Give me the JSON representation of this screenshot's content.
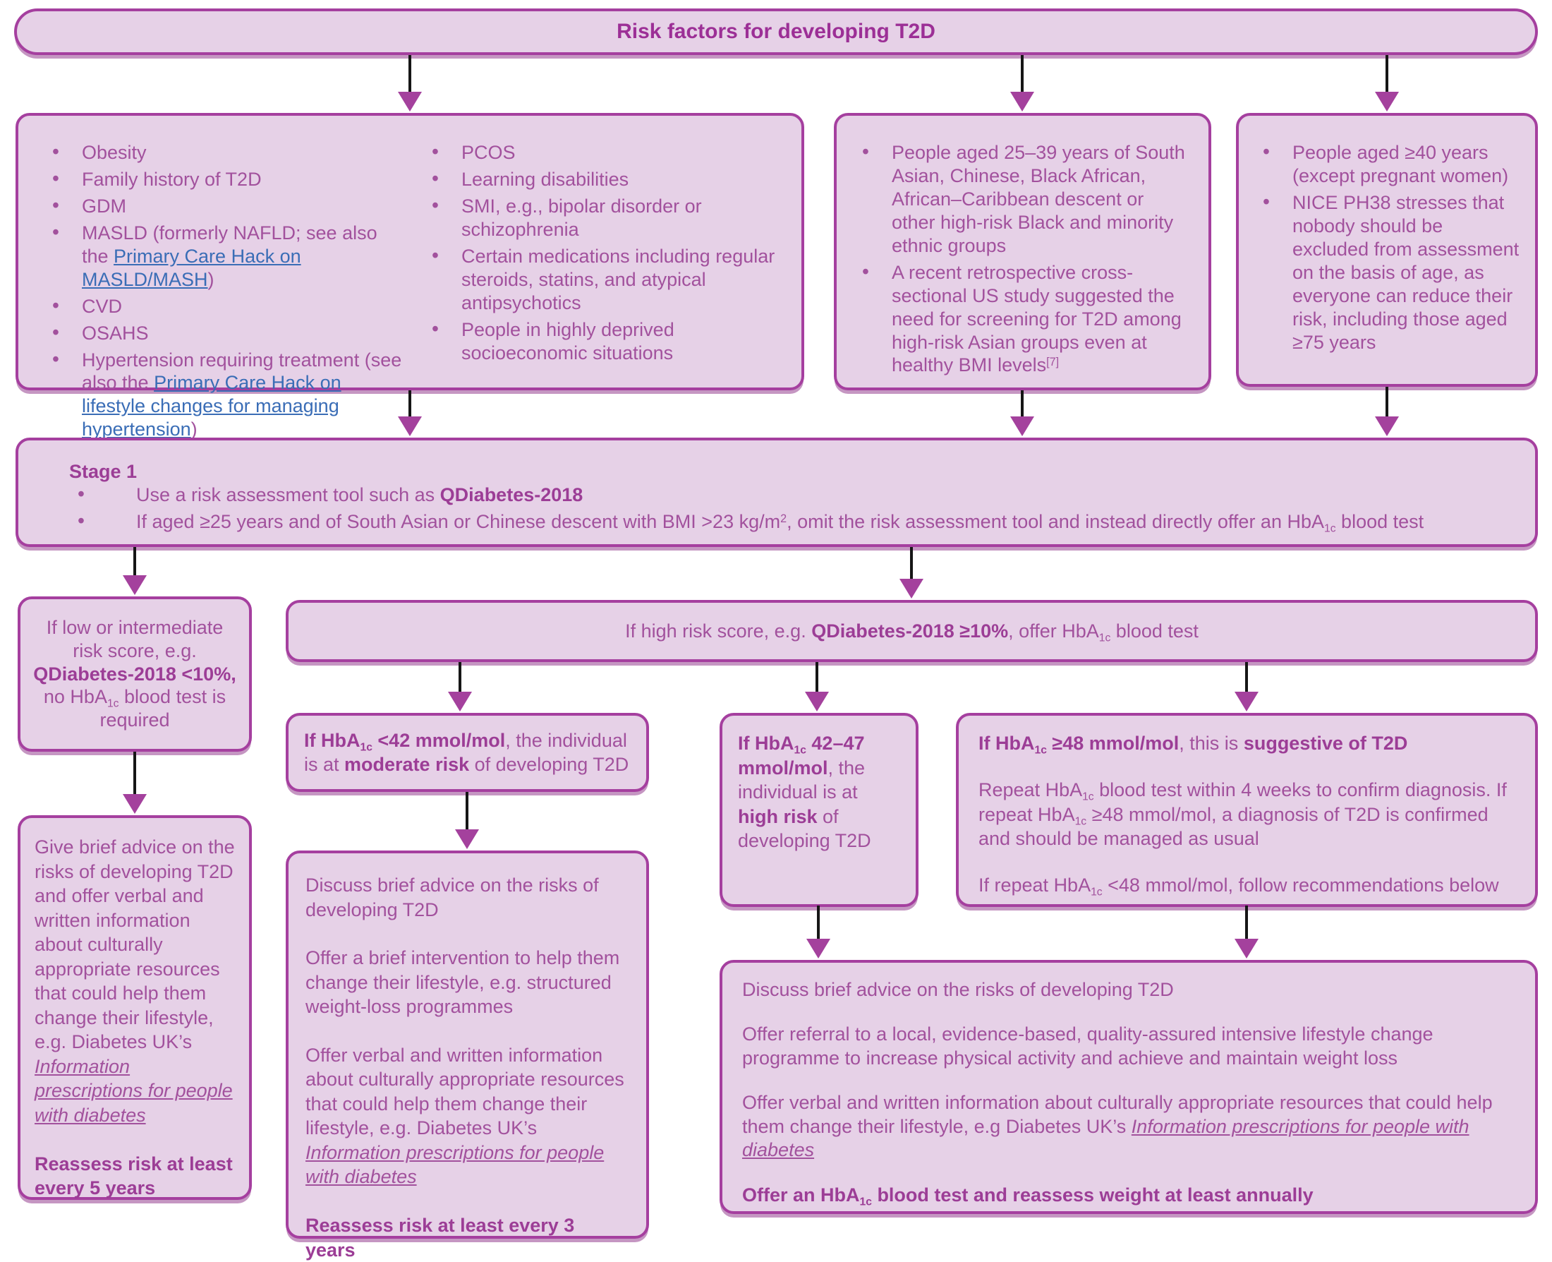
{
  "title": "Risk factors for developing T2D",
  "colors": {
    "box_fill": "#e6d1e7",
    "box_border": "#a53f9f",
    "body_text": "#a2519d",
    "bold_text": "#9c3d96",
    "link_blue": "#3a6db6",
    "arrow_line": "#161616",
    "arrow_head": "#a4419d"
  },
  "risk_factors": {
    "col1": [
      [
        "Obesity"
      ],
      [
        "Family history of T2D"
      ],
      [
        "GDM"
      ],
      [
        "MASLD (formerly NAFLD; see also the ",
        {
          "t": "Primary Care Hack on MASLD/MASH",
          "u": true,
          "link": "blue"
        },
        ")"
      ],
      [
        "CVD"
      ],
      [
        "OSAHS"
      ],
      [
        "Hypertension requiring treatment (see also the ",
        {
          "t": "Primary Care Hack on lifestyle changes for managing hypertension",
          "u": true,
          "link": "blue"
        },
        ")"
      ]
    ],
    "col2": [
      [
        "PCOS"
      ],
      [
        "Learning disabilities"
      ],
      [
        "SMI, e.g., bipolar disorder or schizophrenia"
      ],
      [
        "Certain medications including regular steroids, statins, and atypical antipsychotics"
      ],
      [
        "People in highly deprived socioeconomic situations"
      ]
    ]
  },
  "ethnic_box": {
    "bullets": [
      [
        "People aged 25–39 years of South Asian, Chinese, Black African, African–Caribbean descent or other high-risk Black and minority ethnic groups"
      ],
      [
        "A recent retrospective cross-sectional US study suggested the need for screening for T2D among high-risk Asian groups even at healthy BMI levels",
        {
          "t": "[7]",
          "sup": true
        }
      ]
    ]
  },
  "age_box": {
    "bullets": [
      [
        "People aged ≥40 years (except pregnant women)"
      ],
      [
        "NICE PH38 stresses that nobody should be excluded from assessment on the basis of age, as everyone can reduce their risk, including those aged ≥75 years"
      ]
    ]
  },
  "stage1": {
    "heading": "Stage 1",
    "bullets": [
      [
        "Use a risk assessment tool such as ",
        {
          "t": "QDiabetes-2018",
          "b": true
        }
      ],
      [
        "If aged ≥25 years and of South Asian or Chinese descent with BMI >23 kg/m",
        {
          "t": "2",
          "sup": true
        },
        ", omit the risk assessment tool and instead directly offer an HbA",
        {
          "t": "1c",
          "sub": true
        },
        " blood test"
      ]
    ]
  },
  "low_risk": {
    "text": [
      "If low or intermediate risk score, e.g. ",
      {
        "t": "QDiabetes-2018 <10%,",
        "b": true
      },
      " no HbA",
      {
        "t": "1c",
        "sub": true
      },
      " blood test is required"
    ]
  },
  "high_risk": {
    "text": [
      "If high risk score, e.g. ",
      {
        "t": "QDiabetes-2018 ≥10%",
        "b": true
      },
      ", offer HbA",
      {
        "t": "1c",
        "sub": true
      },
      " blood test"
    ]
  },
  "hba_lt42": {
    "text": [
      {
        "t": "If HbA",
        "b": true
      },
      {
        "t": "1c",
        "sub": true,
        "b": true
      },
      {
        "t": " <42 mmol/mol",
        "b": true
      },
      ", the individual is at ",
      {
        "t": "moderate risk",
        "b": true
      },
      " of developing T2D"
    ]
  },
  "hba_42_47": {
    "text": [
      {
        "t": "If HbA",
        "b": true
      },
      {
        "t": "1c",
        "sub": true,
        "b": true
      },
      {
        "t": " 42–47 mmol/mol",
        "b": true
      },
      ", the individual is at ",
      {
        "t": "high risk",
        "b": true
      },
      " of developing T2D"
    ]
  },
  "hba_ge48": {
    "p1": [
      {
        "t": "If HbA",
        "b": true
      },
      {
        "t": "1c",
        "sub": true,
        "b": true
      },
      {
        "t": " ≥48 mmol/mol",
        "b": true
      },
      ", this is ",
      {
        "t": "suggestive of T2D",
        "b": true
      }
    ],
    "p2": [
      "Repeat HbA",
      {
        "t": "1c",
        "sub": true
      },
      " blood test within 4 weeks to confirm diagnosis. If repeat HbA",
      {
        "t": "1c",
        "sub": true
      },
      " ≥48 mmol/mol, a diagnosis of T2D is confirmed and should be managed as usual"
    ],
    "p3": [
      "If repeat HbA",
      {
        "t": "1c",
        "sub": true
      },
      " <48 mmol/mol, follow recommendations below"
    ]
  },
  "advice_low": {
    "p1": [
      "Give brief advice on the risks of developing T2D and offer verbal and written information about culturally appropriate resources that could help them change their lifestyle, e.g. Diabetes UK’s ",
      {
        "t": "Information prescriptions for people with diabetes",
        "i": true,
        "u": true,
        "link": "purple"
      }
    ],
    "p2": [
      {
        "t": "Reassess risk at least every 5 years",
        "b": true
      }
    ]
  },
  "advice_moderate": {
    "p1": [
      "Discuss brief advice on the risks of developing T2D"
    ],
    "p2": [
      "Offer a brief intervention to help them change their lifestyle, e.g. structured weight-loss programmes"
    ],
    "p3": [
      "Offer verbal and written information about culturally appropriate resources that could help them change their lifestyle, e.g. Diabetes UK’s ",
      {
        "t": "Information prescriptions for people with diabetes",
        "i": true,
        "u": true,
        "link": "purple"
      }
    ],
    "p4": [
      {
        "t": "Reassess risk at least every 3 years",
        "b": true
      }
    ]
  },
  "advice_high": {
    "p1": [
      "Discuss brief advice on the risks of developing T2D"
    ],
    "p2": [
      "Offer referral to a local, evidence-based, quality-assured intensive lifestyle change programme to increase physical activity and achieve and maintain weight loss"
    ],
    "p3": [
      "Offer verbal and written information about culturally appropriate resources that could help them change their lifestyle, e.g Diabetes UK’s ",
      {
        "t": "Information prescriptions for people with diabetes",
        "i": true,
        "u": true,
        "link": "purple"
      }
    ],
    "p4": [
      {
        "t": "Offer an HbA",
        "b": true
      },
      {
        "t": "1c",
        "sub": true,
        "b": true
      },
      {
        "t": " blood test and reassess weight at least annually",
        "b": true
      }
    ]
  }
}
